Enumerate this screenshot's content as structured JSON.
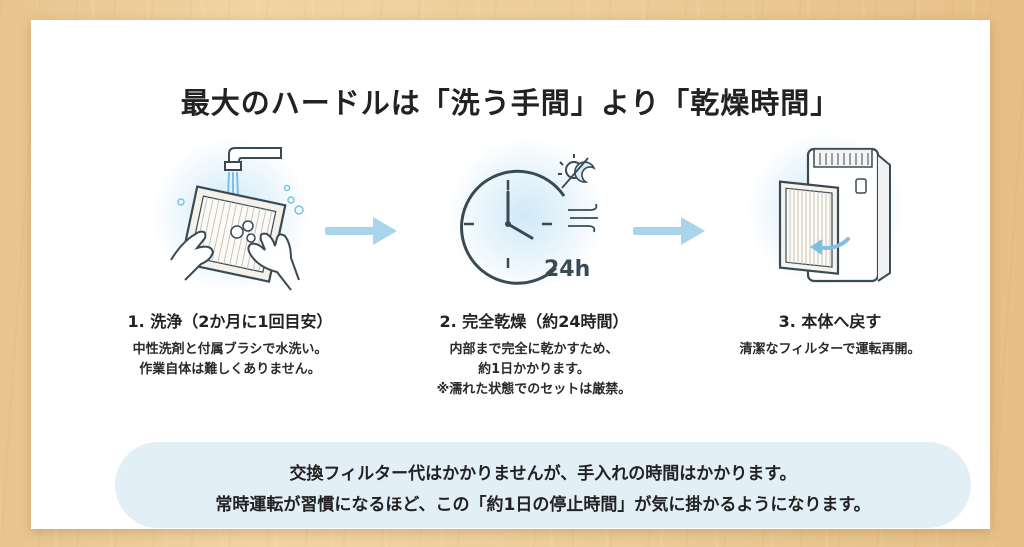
{
  "title": "最大のハードルは「洗う手間」より「乾燥時間」",
  "steps": [
    {
      "title": "1. 洗浄（2か月に1回目安）",
      "desc": [
        "中性洗剤と付属ブラシで水洗い。",
        "作業自体は難しくありません。"
      ],
      "icon": "washing-filter-under-faucet-icon"
    },
    {
      "title": "2. 完全乾燥（約24時間）",
      "desc": [
        "内部まで完全に乾かすため、",
        "約1日かかります。",
        "※濡れた状態でのセットは厳禁。"
      ],
      "icon": "clock-24h-drying-icon",
      "clock_label": "24h"
    },
    {
      "title": "3. 本体へ戻す",
      "desc": [
        "清潔なフィルターで運転再開。"
      ],
      "icon": "insert-filter-into-purifier-icon"
    }
  ],
  "note": {
    "line1": "交換フィルター代はかかりませんが、手入れの時間はかかります。",
    "line2": "常時運転が習慣になるほど、この「約1日の停止時間」が気に掛かるようになります。"
  },
  "colors": {
    "accent_blue": "#a9d4ec",
    "glow_blue": "#cfe7f6",
    "note_bg": "#e3eff7",
    "line": "#3a4a55"
  }
}
